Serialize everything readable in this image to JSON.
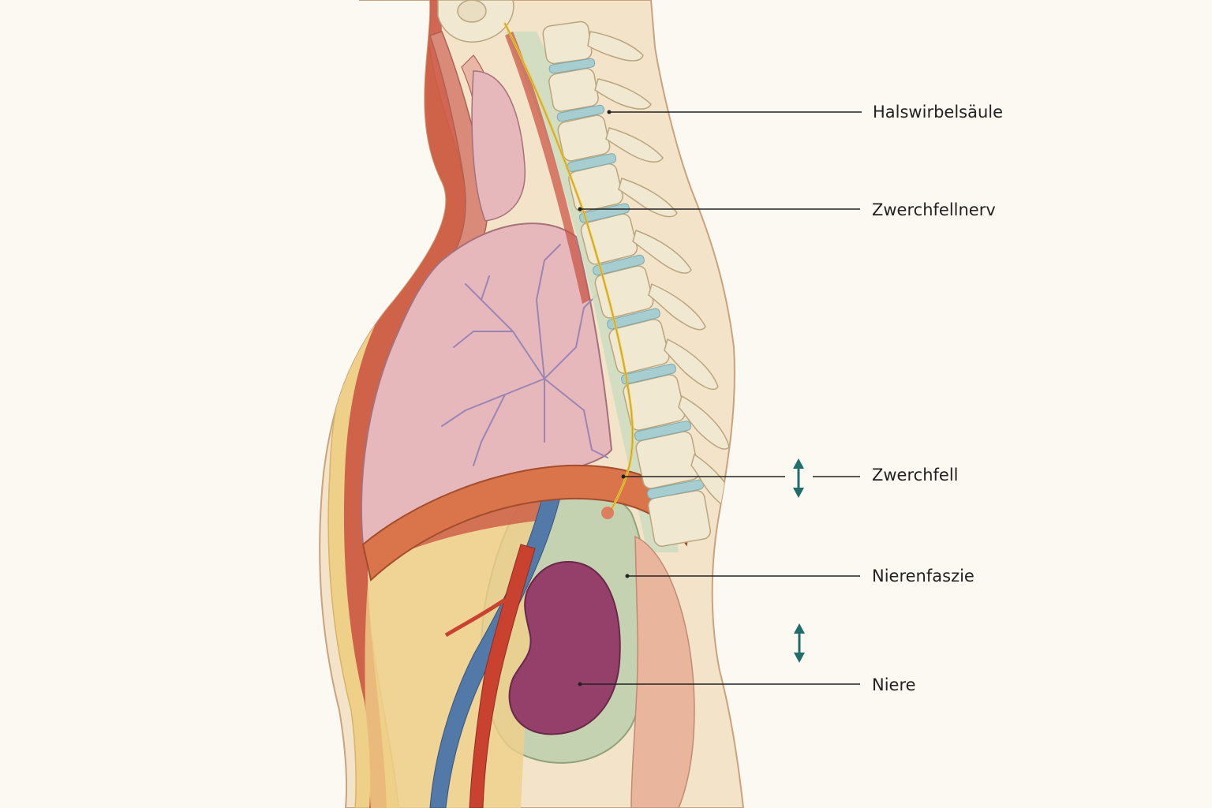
{
  "colors": {
    "background": "#fcf9f2",
    "skin": "#f3e4c9",
    "skin_outline": "#c9a27e",
    "muscle": "#c9503e",
    "fat": "#efd089",
    "lung": "#e6b8bc",
    "lung_vessels": "#9b86b3",
    "bone": "#f1e8d2",
    "disc": "#a6cdd0",
    "nerve": "#e8c23a",
    "diaphragm": "#d9744b",
    "fascia": "#c5d2b2",
    "kidney": "#94406a",
    "vein": "#5379a8",
    "artery": "#c8422f",
    "leader_line": "#222222",
    "arrow": "#1f6e6c"
  },
  "icons": {
    "motion_arrow": "double-headed-vertical-arrow"
  },
  "labels": [
    {
      "id": "halswirbelsaeule",
      "text": "Halswirbelsäule"
    },
    {
      "id": "zwerchfellnerv",
      "text": "Zwerchfellnerv"
    },
    {
      "id": "zwerchfell",
      "text": "Zwerchfell"
    },
    {
      "id": "nierenfaszie",
      "text": "Nierenfaszie"
    },
    {
      "id": "niere",
      "text": "Niere"
    }
  ]
}
